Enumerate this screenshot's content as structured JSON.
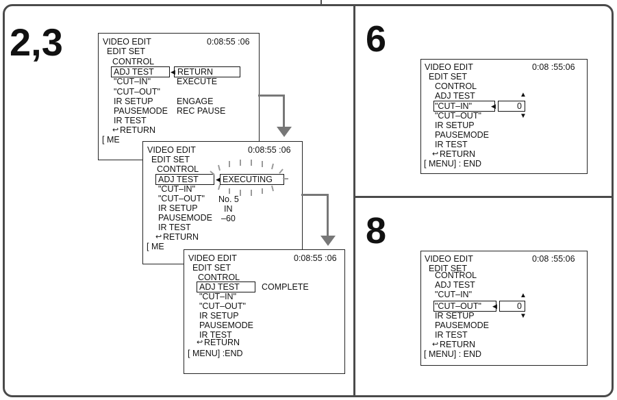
{
  "steps": {
    "s23": "2,3",
    "s6": "6",
    "s8": "8"
  },
  "screen_a": {
    "title": "VIDEO EDIT",
    "time": "0:08:55 :06",
    "edit_set": "EDIT SET",
    "control": "CONTROL",
    "adj_test": "ADJ TEST",
    "return_opt": "RETURN",
    "cut_in": "\"CUT–IN\"",
    "execute": "EXECUTE",
    "cut_out": "\"CUT–OUT\"",
    "ir_setup": "IR SETUP",
    "engage": "ENGAGE",
    "pausemode": "PAUSEMODE",
    "rec_pause": "REC PAUSE",
    "ir_test": "IR TEST",
    "return_item": "RETURN",
    "footer": "[ ME"
  },
  "screen_b": {
    "title": "VIDEO EDIT",
    "time": "0:08:55 :06",
    "edit_set": "EDIT SET",
    "control": "CONTROL",
    "adj_test": "ADJ TEST",
    "executing": "EXECUTING",
    "cut_in": "\"CUT–IN\"",
    "cut_out": "\"CUT–OUT\"",
    "no5": "No. 5",
    "ir_setup": "IR SETUP",
    "in_val": "IN",
    "pausemode": "PAUSEMODE",
    "minus60": "–60",
    "ir_test": "IR TEST",
    "return_item": "RETURN",
    "footer": "[ ME"
  },
  "screen_c": {
    "title": "VIDEO EDIT",
    "time": "0:08:55 :06",
    "edit_set": "EDIT SET",
    "control": "CONTROL",
    "adj_test": "ADJ TEST",
    "complete": "COMPLETE",
    "cut_in": "\"CUT–IN\"",
    "cut_out": "\"CUT–OUT\"",
    "ir_setup": "IR SETUP",
    "pausemode": "PAUSEMODE",
    "ir_test": "IR TEST",
    "return_item": "RETURN",
    "footer": "[ MENU] :END"
  },
  "screen_d": {
    "title": "VIDEO EDIT",
    "time": "0:08 :55:06",
    "edit_set": "EDIT SET",
    "control": "CONTROL",
    "adj_test": "ADJ TEST",
    "cut_in": "\"CUT–IN\"",
    "value": "0",
    "cut_out": "\"CUT–OUT\"",
    "ir_setup": "IR SETUP",
    "pausemode": "PAUSEMODE",
    "ir_test": "IR TEST",
    "return_item": "RETURN",
    "footer": "[ MENU] : END"
  },
  "screen_e": {
    "title": "VIDEO EDIT",
    "time": "0:08 :55:06",
    "edit_set": "EDIT SET",
    "control": "CONTROL",
    "adj_test": "ADJ TEST",
    "cut_in": "\"CUT–IN\"",
    "cut_out": "\"CUT–OUT\"",
    "value": "0",
    "ir_setup": "IR SETUP",
    "pausemode": "PAUSEMODE",
    "ir_test": "IR TEST",
    "return_item": "RETURN",
    "footer": "[ MENU] : END"
  }
}
